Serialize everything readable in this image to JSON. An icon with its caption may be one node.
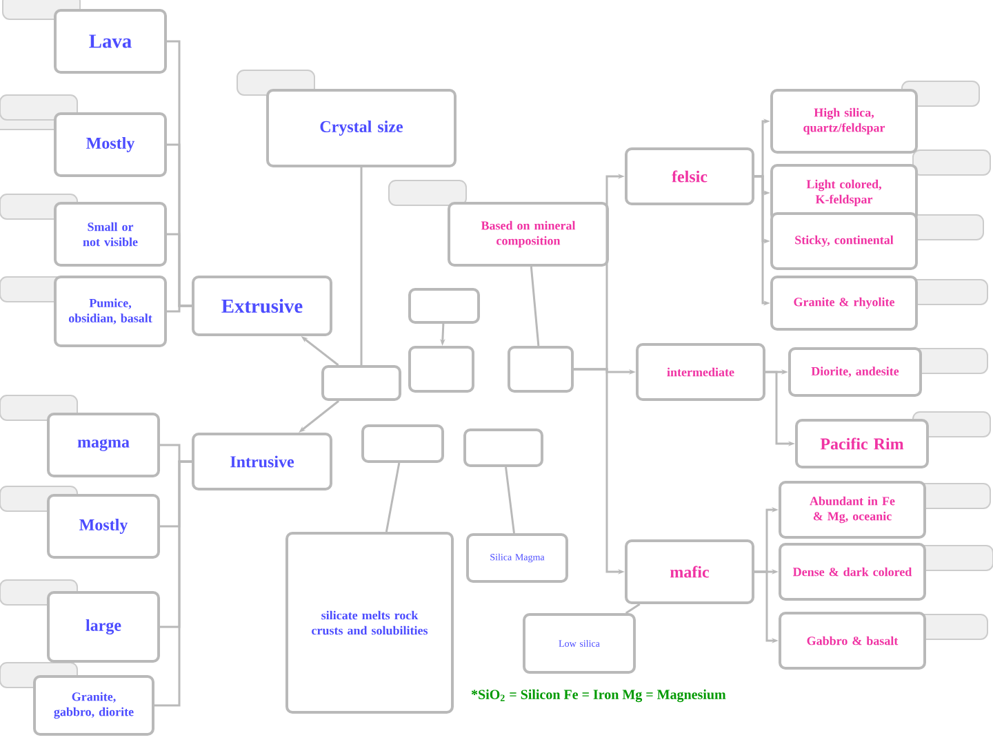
{
  "diagram": {
    "nodes": [
      {
        "text": [
          "Lava"
        ]
      },
      {
        "text": [
          "Mostly"
        ]
      },
      {
        "text": [
          "Small or not visible"
        ]
      },
      {
        "text": [
          "Pumice, obsidian, basalt"
        ]
      },
      {
        "text": [
          "Extrusive"
        ]
      },
      {
        "text": [
          "Crystal size"
        ]
      },
      {
        "text": [
          "magma"
        ]
      },
      {
        "text": [
          "Mostly"
        ]
      },
      {
        "text": [
          "large"
        ]
      },
      {
        "text": [
          "Granite, gabbro, diorite"
        ]
      },
      {
        "text": [
          "Intrusive"
        ]
      },
      {
        "text": [
          "silicate melts rock crusts and solubilities"
        ]
      },
      {
        "text": [
          "Silica Magma"
        ]
      },
      {
        "text": [
          "Low silica"
        ]
      },
      {
        "text": [
          "Based on mineral composition"
        ]
      },
      {
        "text": [
          "felsic"
        ]
      },
      {
        "text": [
          "intermediate"
        ]
      },
      {
        "text": [
          "mafic"
        ]
      },
      {
        "text": [
          "High silica, quartz/feldspar"
        ]
      },
      {
        "text": [
          "Light colored, K-feldspar"
        ]
      },
      {
        "text": [
          "Sticky, continental"
        ]
      },
      {
        "text": [
          "Granite & rhyolite"
        ]
      },
      {
        "text": [
          "Diorite, andesite"
        ]
      },
      {
        "text": [
          "Pacific Rim"
        ]
      },
      {
        "text": [
          "Abundant in Fe & Mg, oceanic"
        ]
      },
      {
        "text": [
          "Dense & dark colored"
        ]
      },
      {
        "text": [
          "Gabbro & basalt"
        ]
      },
      {
        "text": [],
        "shape": "box"
      },
      {
        "text": [],
        "shape": "box"
      },
      {
        "text": [],
        "shape": "box"
      },
      {
        "text": [],
        "shape": "box"
      },
      {
        "text": [],
        "shape": "box"
      },
      {
        "text": [],
        "shape": "box"
      }
    ],
    "edges": [
      {
        "from": 4,
        "to": 0,
        "arrow": "none"
      },
      {
        "from": 4,
        "to": 1,
        "arrow": "none"
      },
      {
        "from": 4,
        "to": 2,
        "arrow": "none"
      },
      {
        "from": 4,
        "to": 3,
        "arrow": "none"
      },
      {
        "from": 10,
        "to": 6,
        "arrow": "none"
      },
      {
        "from": 10,
        "to": 7,
        "arrow": "none"
      },
      {
        "from": 10,
        "to": 8,
        "arrow": "none"
      },
      {
        "from": 10,
        "to": 9,
        "arrow": "none"
      },
      {
        "from": 5,
        "to": 27,
        "arrow": "none"
      },
      {
        "from": 27,
        "to": 4,
        "arrow": "to"
      },
      {
        "from": 27,
        "to": 10,
        "arrow": "to"
      },
      {
        "from": 28,
        "to": 29,
        "arrow": "to"
      },
      {
        "from": 31,
        "to": 11,
        "arrow": "none"
      },
      {
        "from": 32,
        "to": 12,
        "arrow": "none"
      },
      {
        "from": 14,
        "to": 30,
        "arrow": "none"
      },
      {
        "from": 30,
        "to": 15,
        "arrow": "to"
      },
      {
        "from": 30,
        "to": 16,
        "arrow": "to"
      },
      {
        "from": 30,
        "to": 17,
        "arrow": "to"
      },
      {
        "from": 15,
        "to": 18,
        "arrow": "to"
      },
      {
        "from": 15,
        "to": 19,
        "arrow": "to"
      },
      {
        "from": 15,
        "to": 20,
        "arrow": "to"
      },
      {
        "from": 15,
        "to": 21,
        "arrow": "to"
      },
      {
        "from": 16,
        "to": 22,
        "arrow": "to"
      },
      {
        "from": 16,
        "to": 23,
        "arrow": "to"
      },
      {
        "from": 17,
        "to": 24,
        "arrow": "to"
      },
      {
        "from": 17,
        "to": 25,
        "arrow": "to"
      },
      {
        "from": 17,
        "to": 26,
        "arrow": "to"
      },
      {
        "from": 17,
        "to": 13,
        "arrow": "none"
      }
    ],
    "labels": [
      "*SiO$_{2}$ = Silicon   Fe = Iron   Mg = Magnesium"
    ]
  }
}
